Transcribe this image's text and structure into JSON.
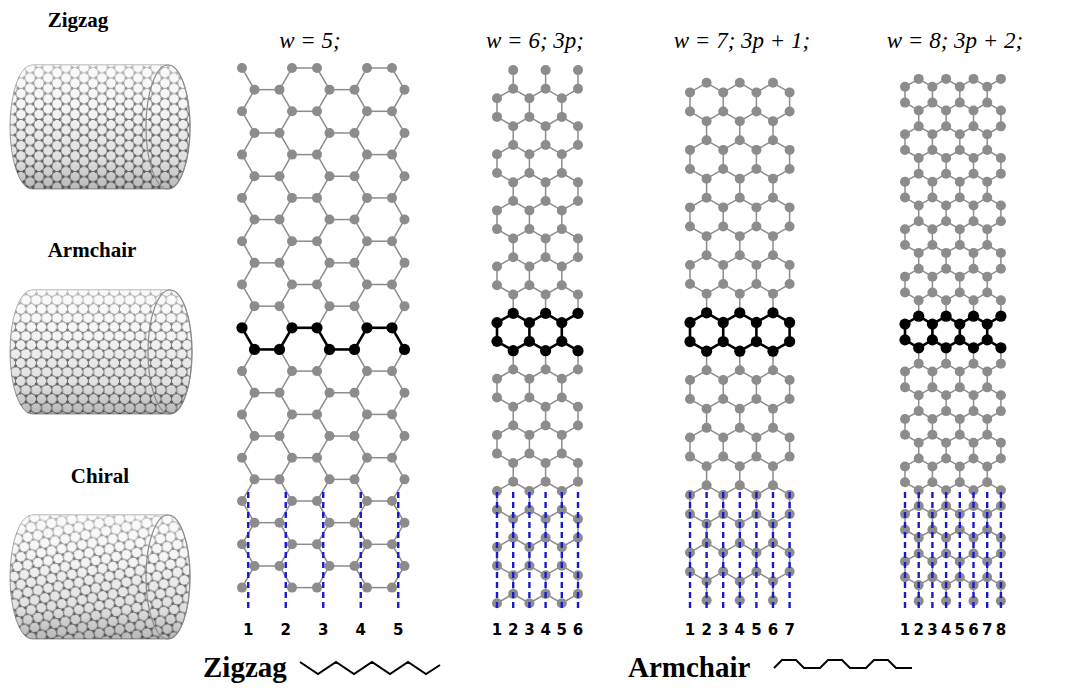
{
  "diagram": {
    "labels": [
      "Zigzag",
      "Armchair",
      "Chiral",
      "w = 5;",
      "w = 6; 3p;",
      "w = 7; 3p + 1;",
      "w = 8; 3p + 2;",
      "1",
      "2",
      "3",
      "4",
      "5",
      "1",
      "2",
      "3",
      "4",
      "5",
      "6",
      "1",
      "2",
      "3",
      "4",
      "5",
      "6",
      "7",
      "1",
      "2",
      "3",
      "4",
      "5",
      "6",
      "7",
      "8",
      "Zigzag",
      "Armchair"
    ]
  }
}
